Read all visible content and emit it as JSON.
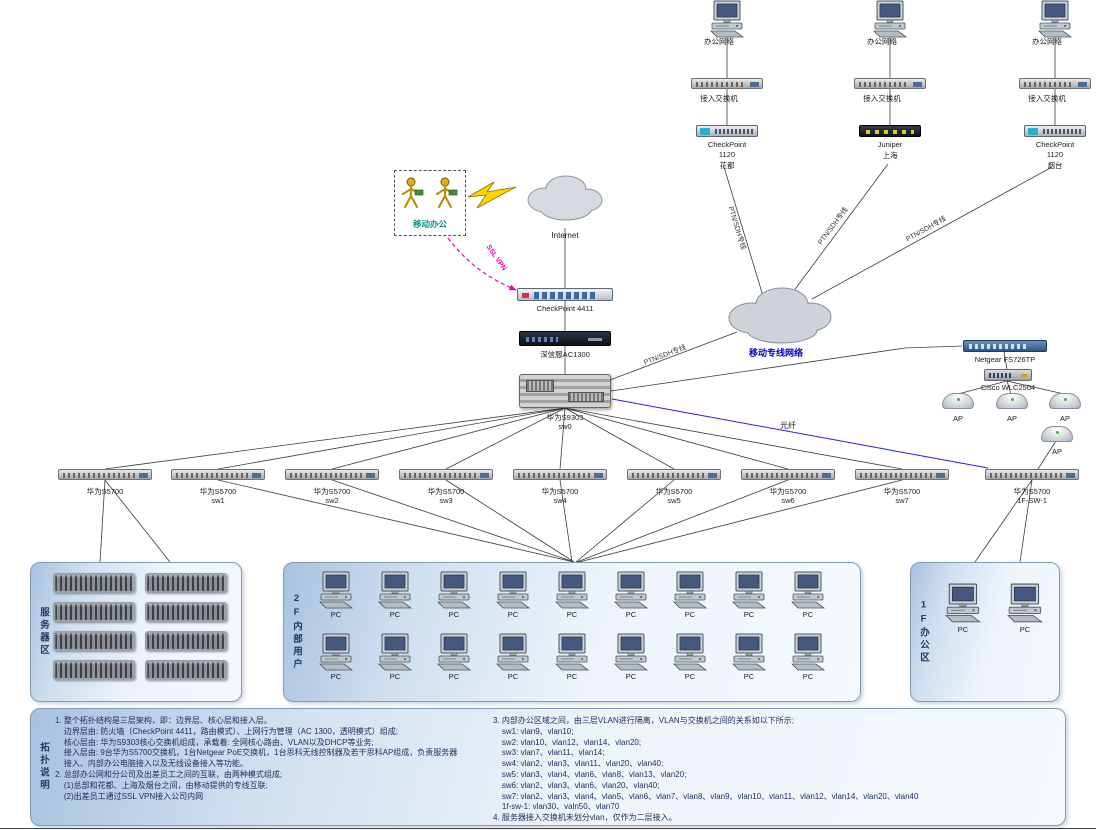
{
  "labels": {
    "office_network": "办公网络",
    "access_switch": "接入交换机",
    "internet": "Internet",
    "mobile_office": "移动办公",
    "ssl_vpn": "SSL VPN",
    "firewall": "CheckPoint 4411",
    "behavior_mgr": "深信服AC1300",
    "core_model": "华为S9303",
    "core_name": "sw0",
    "wan_cloud": "移动专线网络",
    "ptn_link": "PTN/SDH专线",
    "fiber": "光纤",
    "poe_switch": "Netgear FS726TP",
    "wlc": "Cisco WLC2504",
    "ap": "AP",
    "pc": "PC"
  },
  "sites": [
    {
      "device_lines": [
        "CheckPoint",
        "1120",
        "花都"
      ]
    },
    {
      "device_lines": [
        "Juniper",
        "上海"
      ]
    },
    {
      "device_lines": [
        "CheckPoint",
        "1120",
        "烟台"
      ]
    }
  ],
  "access_switches": [
    {
      "model": "华为S5700",
      "name": ""
    },
    {
      "model": "华为S5700",
      "name": "sw1"
    },
    {
      "model": "华为S5700",
      "name": "sw2"
    },
    {
      "model": "华为S5700",
      "name": "sw3"
    },
    {
      "model": "华为S5700",
      "name": "sw4"
    },
    {
      "model": "华为S5700",
      "name": "sw5"
    },
    {
      "model": "华为S5700",
      "name": "sw6"
    },
    {
      "model": "华为S5700",
      "name": "sw7"
    },
    {
      "model": "华为S5700",
      "name": "1F-SW-1"
    }
  ],
  "zones": {
    "servers": {
      "title": "服务器区",
      "server_count": 8
    },
    "users_2f": {
      "title": "2F内部用户",
      "pc_count": 18
    },
    "office_1f": {
      "title": "1F办公区",
      "pc_count": 2
    }
  },
  "notes": {
    "title": "拓扑说明",
    "left_lines": [
      "1. 整个拓扑结构是三层架构，即：边界层、核心层和接入层。",
      "    边界层由: 防火墙（CheckPoint 4411，路由模式）、上网行为管理（AC 1300，透明模式）组成;",
      "    核心层由: 华为S9303核心交换机组成，承载着: 全网核心路由、VLAN以及DHCP等业务;",
      "    接入层由: 9台华为S5700交换机，1台Netgear PoE交换机，1台思科无线控制器及若干思科AP组成，负责服务器",
      "    接入、内部办公电脑接入以及无线设备接入等功能。",
      "",
      "2. 总部办公网和分公司及出差员工之间的互联，由两种模式组成;",
      "    (1)总部和花都、上海及烟台之间，由移动提供的专线互联;",
      "    (2)出差员工通过SSL VPN接入公司内网"
    ],
    "right_lines": [
      "3. 内部办公区域之间，由三层VLAN进行隔离，VLAN与交换机之间的关系如以下所示;",
      "    sw1: vlan9、vlan10;",
      "    sw2: vlan10、vlan12、vlan14、vlan20;",
      "    sw3: vlan7、vlan11、vlan14;",
      "    sw4: vlan2、vlan3、vlan11、vlan20、vlan40;",
      "    sw5: vlan3、vlan4、vlan6、vlan8、vlan13、vlan20;",
      "    sw6: vlan2、vlan3、vlan6、vlan20、vlan40;",
      "    sw7: vlan2、vlan3、vlan4、vlan5、vlan6、vlan7、vlan8、vlan9、vlan10、vlan11、vlan12、vlan14、vlan20、vlan40",
      "    1f-sw-1: vlan30、valn50、vlan70",
      "4. 服务器接入交换机未划分vlan，仅作为二层接入。"
    ]
  }
}
